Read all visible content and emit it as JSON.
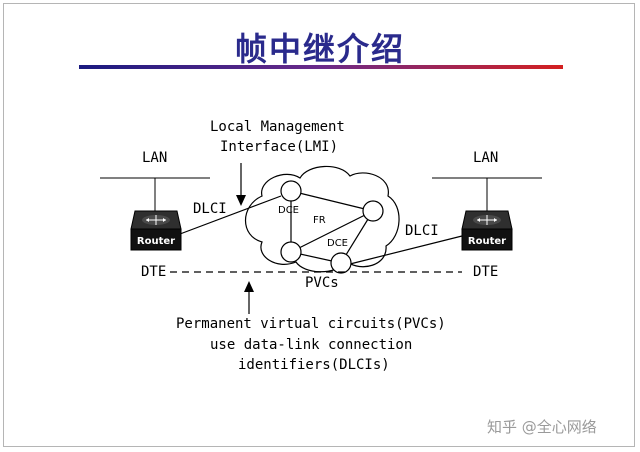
{
  "title": "帧中继介绍",
  "lmi_label_line1": "Local Management",
  "lmi_label_line2": "Interface(LMI)",
  "lan_left": "LAN",
  "lan_right": "LAN",
  "dlci_left": "DLCI",
  "dlci_right": "DLCI",
  "router_left": "Router",
  "router_right": "Router",
  "dce_top": "DCE",
  "dce_bottom": "DCE",
  "fr": "FR",
  "dte_left": "DTE",
  "dte_right": "DTE",
  "pvcs": "PVCs",
  "pvc_note_line1": "Permanent virtual circuits(PVCs)",
  "pvc_note_line2": "use data-link connection",
  "pvc_note_line3": "identifiers(DLCIs)",
  "watermark": "知乎 @全心网络"
}
